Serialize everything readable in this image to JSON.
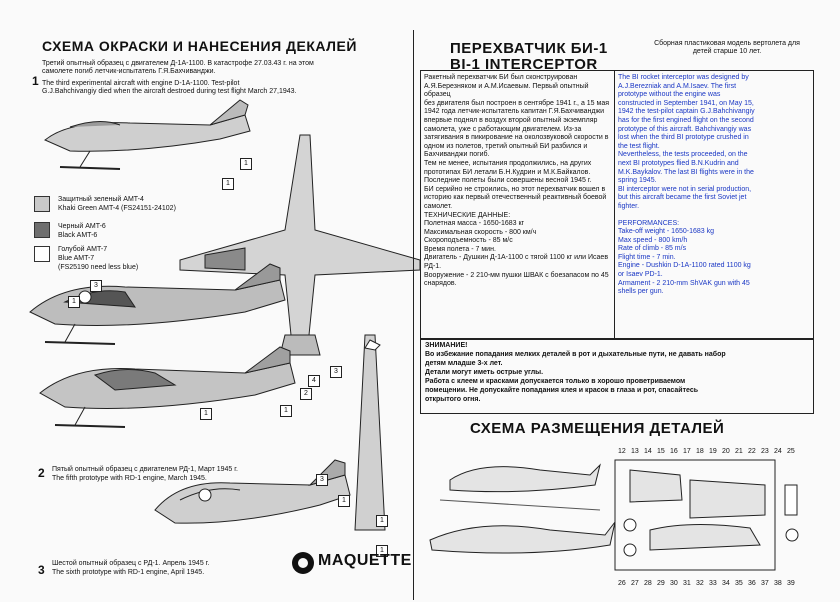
{
  "left": {
    "title": "СХЕМА ОКРАСКИ И НАНЕСЕНИЯ ДЕКАЛЕЙ",
    "item1": {
      "num": "1",
      "ru": "Третий опытный образец с двигателем Д-1А-1100. В катастрофе 27.03.43 г. на этом самолете погиб летчик-испытатель Г.Я.Бахчиванджи.",
      "en1": "The third experimental aircraft with engine D-1A-1100. Test-pilot",
      "en2": "G.J.Bahchivangiy died when the aircraft destroed during test flight March 27,1943."
    },
    "legend": [
      {
        "ru": "Защитный зеленый AMT-4",
        "en": "Khaki Green AMT-4 (FS24151-24102)",
        "color": "#c9c9c9"
      },
      {
        "ru": "Черный AMT-6",
        "en": "Black AMT-6",
        "color": "#6e6e6e"
      },
      {
        "ru": "Голубой AMT-7",
        "en": "Blue AMT-7",
        "en2": "(FS25190 need less blue)",
        "color": "#ffffff"
      }
    ],
    "item2": {
      "num": "2",
      "ru": "Пятый опытный образец с двигателем РД-1, Март 1945 г.",
      "en": "The fifth prototype with RD-1 engine, March 1945."
    },
    "item3": {
      "num": "3",
      "ru": "Шестой опытный образец с РД-1. Апрель 1945 г.",
      "en": "The sixth prototype with RD-1 engine, April 1945."
    },
    "brand": "MAQUETTE"
  },
  "right": {
    "title_ru": "ПЕРЕХВАТЧИК БИ-1",
    "title_en": "BI-1 INTERCEPTOR",
    "subnote": "Сборная пластиковая модель вертолета для детей старше 10 лет.",
    "ru_text": [
      "Ракетный перехватчик БИ был сконструирован",
      "А.Я.Березняком и А.М.Исаевым. Первый опытный образец",
      "без двигателя был построен в сентябре 1941 г., а 15 мая",
      "1942 года летчик-испытатель капитан Г.Я.Бахчиванджи",
      "впервые поднял в воздух второй опытный экземпляр",
      "самолета, уже с работающим двигателем. Из-за",
      "затягивания в пикирование на околозвуковой скорости в",
      "одном из полетов, третий опытный БИ разбился и",
      "Бахчиванджи погиб.",
      "Тем не менее, испытания продолжились, на других",
      "прототипах БИ летали Б.Н.Кудрин и М.К.Байкалов.",
      "Последние полеты были совершены весной 1945 г.",
      "БИ серийно не строились, но этот перехватчик вошел в",
      "историю как первый отечественный реактивный боевой",
      "самолет.",
      "ТЕХНИЧЕСКИЕ ДАННЫЕ:",
      "Полетная масса - 1650-1683 кг",
      "Максимальная скорость - 800 км/ч",
      "Скороподъемность - 85 м/с",
      "Время полета - 7 мин.",
      "Двигатель - Душкин Д-1А-1100 с тягой 1100 кг или Исаев",
      "РД-1.",
      "Вооружение - 2 210-мм пушки ШВАК с боезапасом по 45",
      "снарядов."
    ],
    "en_text": [
      "The BI rocket interceptor was designed by",
      "A.J.Berezniak and A.M.Isaev. The first",
      "prototype without the engine was",
      "constructed in September 1941, on May 15,",
      "1942 the test-pilot captain G.J.Bahchivangiy",
      "has for the first engined flight on the second",
      "prototype of this aircraft. Bahchivangiy was",
      "lost when the third BI prototype crushed in",
      "the test flight.",
      "Nevertheless, the tests proceeded, on the",
      "next BI prototypes flied B.N.Kudrin and",
      "M.K.Baykalov. The last BI flights were in the",
      "spring 1945.",
      "BI interceptor were not in serial production,",
      "but this aircraft became the first Soviet jet",
      "fighter.",
      "",
      "PERFORMANCES:",
      "Take-off weight - 1650-1683 kg",
      "Max speed - 800 km/h",
      "Rate of climb - 85 m/s",
      "Flight time - 7 min.",
      "Engine - Dushkin D-1A-1100 rated 1100 kg",
      "or Isaev PD-1.",
      "Armament - 2 210-mm ShVAK gun with 45",
      "shells per gun."
    ],
    "warning": [
      "ЗНИМАНИЕ!",
      "Во избежание попадания мелких деталей в рот и дыхательные пути, не давать набор",
      "детям младше 3-х лет.",
      "Детали могут иметь острые углы.",
      "Работа с клеем и красками допускается только в хорошо проветриваемом",
      "помещении. Не допускайте попадания клея и красок в глаза и рот, спасайтесь",
      "открытого огня."
    ],
    "parts_title": "СХЕМА РАЗМЕЩЕНИЯ ДЕТАЛЕЙ"
  },
  "callouts": [
    "1",
    "1",
    "3",
    "1",
    "3",
    "2",
    "1",
    "1",
    "4",
    "1",
    "3",
    "1",
    "1"
  ],
  "detail_numbers": [
    "12",
    "13",
    "14",
    "15",
    "16",
    "17",
    "18",
    "19",
    "20",
    "21",
    "22",
    "23",
    "24",
    "25",
    "26",
    "27",
    "28",
    "29",
    "30",
    "31",
    "32",
    "33",
    "34",
    "35",
    "36",
    "37",
    "38",
    "39"
  ],
  "colors": {
    "text": "#111111",
    "blue_text": "#1a37c4",
    "paper": "#fafafa"
  }
}
